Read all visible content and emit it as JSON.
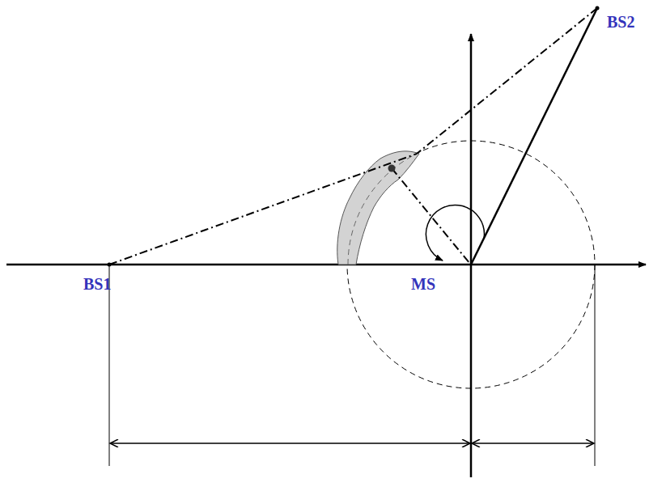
{
  "diagram": {
    "labels": [
      "BS1",
      "BS2",
      "MS"
    ]
  }
}
